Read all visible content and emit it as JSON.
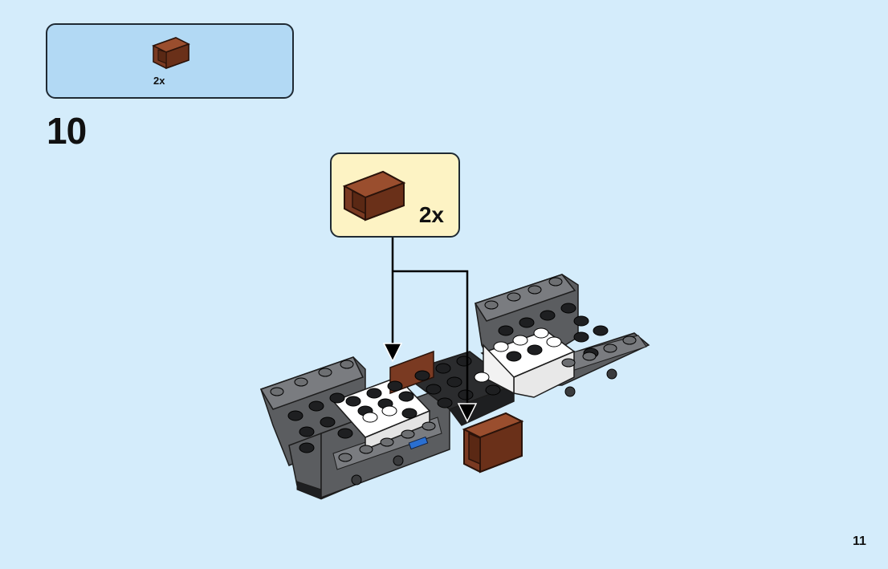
{
  "parts_list": {
    "items": [
      {
        "icon": "brown-corner-brick-icon",
        "quantity": "2x"
      }
    ]
  },
  "step": {
    "number": "10",
    "callout": {
      "icon": "brown-corner-brick-icon",
      "quantity": "2x"
    }
  },
  "page_number": "11",
  "colors": {
    "background": "#d4ecfb",
    "parts_panel": "#b2d9f4",
    "callout_panel": "#fdf3c4",
    "brick_brown": "#7a3a22",
    "brick_dark_grey": "#5b5d60",
    "brick_black": "#1e1f21",
    "brick_white": "#ffffff",
    "brick_blue": "#2a6fd1"
  }
}
